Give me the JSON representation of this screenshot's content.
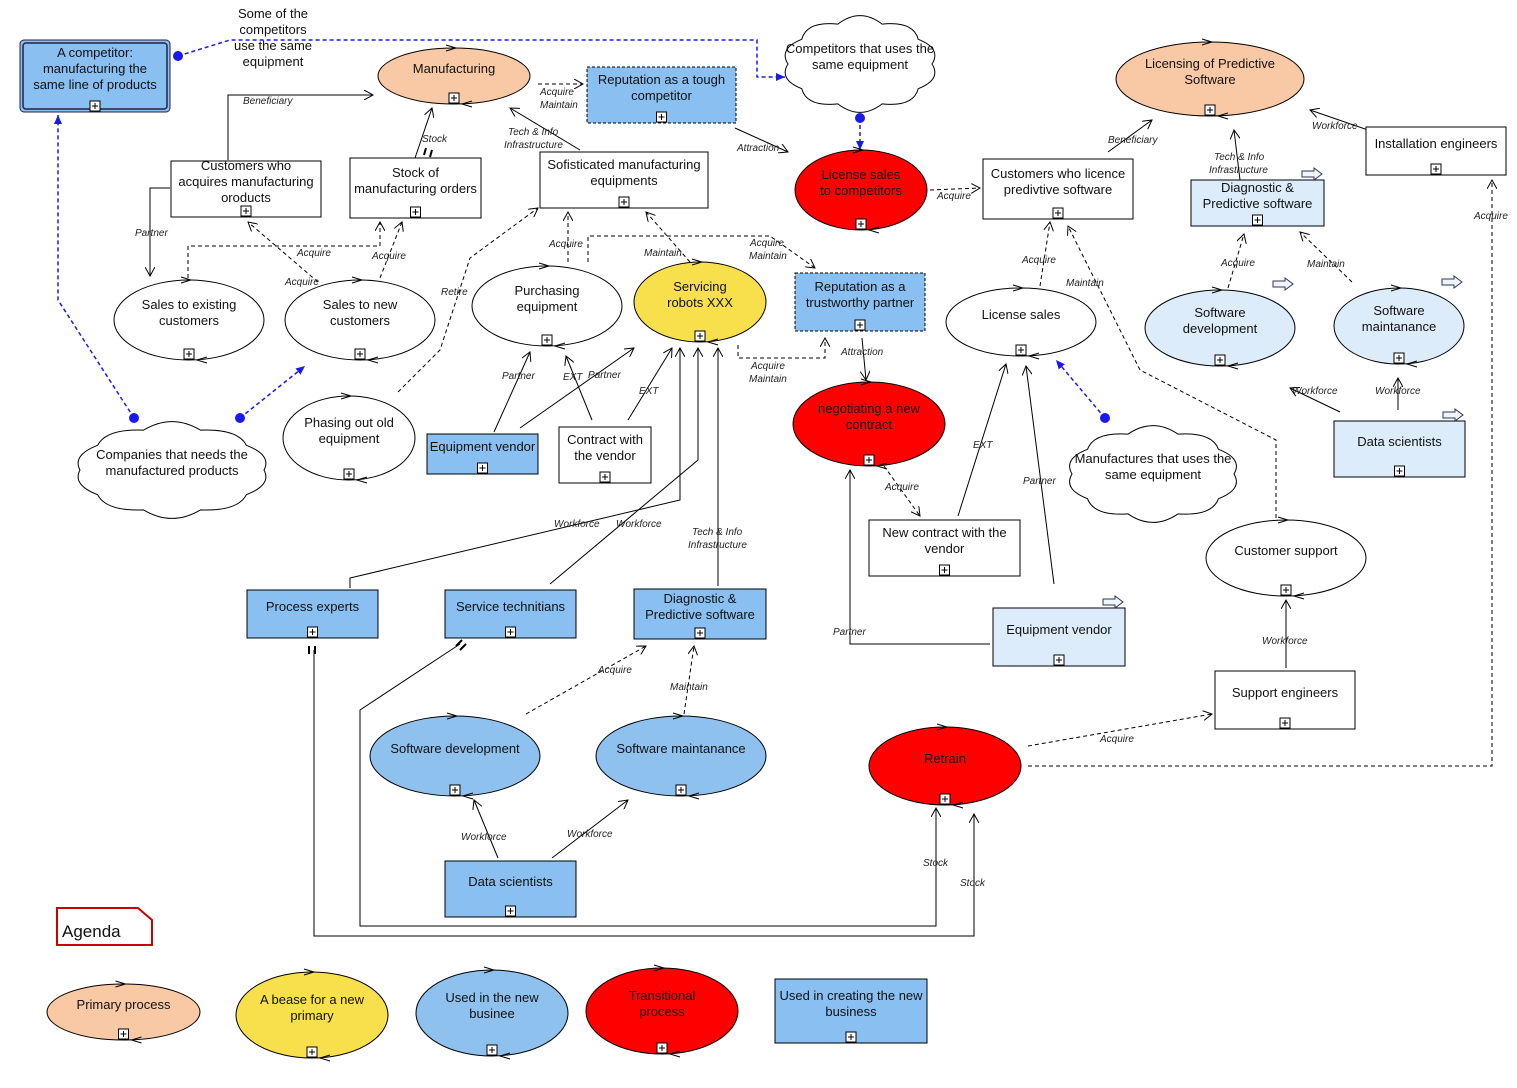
{
  "diagram": {
    "agenda": "Agenda",
    "nodes": {
      "competitor_same_line": [
        "A competitor:",
        "manufacturing the",
        "same line of products"
      ],
      "note_competitors": [
        "Some of the",
        "competitors",
        "use the same",
        "equipment"
      ],
      "manufacturing": [
        "Manufacturing"
      ],
      "reputation_tough": [
        "Reputation as a tough",
        "competitor"
      ],
      "competitors_cloud": [
        "Competitors that uses the",
        "same equipment"
      ],
      "licensing_predictive": [
        "Licensing of Predictive",
        "Software"
      ],
      "customers_acquire": [
        "Customers who",
        "acquires manufacturing",
        "oroducts"
      ],
      "stock_orders": [
        "Stock of",
        "manufacturing orders"
      ],
      "sofisticated_equipment": [
        "Sofisticated manufacturing",
        "equipments"
      ],
      "license_sales_competitors": [
        "License sales",
        "to competitors"
      ],
      "customers_licence": [
        "Customers who licence",
        "predivtive software"
      ],
      "diagnostic_right": [
        "Diagnostic &",
        "Predictive software"
      ],
      "installation_engineers": [
        "Installation engineers"
      ],
      "sales_existing": [
        "Sales to existing",
        "customers"
      ],
      "sales_new": [
        "Sales to new",
        "customers"
      ],
      "purchasing_equipment": [
        "Purchasing",
        "equipment"
      ],
      "servicing_robots": [
        "Servicing",
        "robots XXX"
      ],
      "reputation_trustworthy": [
        "Reputation as a",
        "trustworthy partner"
      ],
      "license_sales": [
        "License sales"
      ],
      "software_dev_right": [
        "Software",
        "development"
      ],
      "software_maint_right": [
        "Software",
        "maintanance"
      ],
      "data_scientists_right": [
        "Data scientists"
      ],
      "companies_cloud": [
        "Companies that needs the",
        "manufactured products"
      ],
      "phasing_out": [
        "Phasing out old",
        "equipment"
      ],
      "equipment_vendor_left": [
        "Equipment vendor"
      ],
      "contract_vendor": [
        "Contract with",
        "the vendor"
      ],
      "negotiating_contract": [
        "negotiating a new",
        "contract"
      ],
      "manufactures_cloud": [
        "Manufactures that uses the",
        "same equipment"
      ],
      "new_contract_vendor": [
        "New contract with the",
        "vendor"
      ],
      "customer_support": [
        "Customer support"
      ],
      "process_experts": [
        "Process experts"
      ],
      "service_technitians": [
        "Service technitians"
      ],
      "diagnostic_center": [
        "Diagnostic &",
        "Predictive software"
      ],
      "equipment_vendor_right": [
        "Equipment vendor"
      ],
      "support_engineers": [
        "Support engineers"
      ],
      "software_development": [
        "Software development"
      ],
      "software_maintanance": [
        "Software maintanance"
      ],
      "retrain": [
        "Retrain"
      ],
      "data_scientists": [
        "Data scientists"
      ],
      "legend_primary": [
        "Primary process"
      ],
      "legend_bease": [
        "A bease for a new",
        "primary"
      ],
      "legend_used_new": [
        "Used in the new",
        "businee"
      ],
      "legend_transitional": [
        "Transitional",
        "process"
      ],
      "legend_creating": [
        "Used in creating the new",
        "business"
      ]
    },
    "edge_labels": {
      "beneficiary_left": "Beneficiary",
      "acquire_maintain_rep": [
        "Acquire",
        "Maintain"
      ],
      "stock_manufacturing": "Stock",
      "tech_info_manufacturing": [
        "Tech & Info",
        "Infrastructure"
      ],
      "attraction_top": "Attraction",
      "acquire_license": "Acquire",
      "beneficiary_right": "Beneficiary",
      "tech_info_right": [
        "Tech & Info",
        "Infrastructure"
      ],
      "workforce_install": "Workforce",
      "acquire_install": "Acquire",
      "partner_customers": "Partner",
      "acquire_existing": "Acquire",
      "acquire_new_a": "Acquire",
      "acquire_new_b": "Acquire",
      "retire": "Retire",
      "acquire_purchasing": "Acquire",
      "maintain_servicing": "Maintain",
      "acquire_maintain_trust": [
        "Acquire",
        "Maintain"
      ],
      "acquire_maintain_servicing": [
        "Acquire",
        "Maintain"
      ],
      "attraction_trust": "Attraction",
      "acquire_license_sales": "Acquire",
      "maintain_license_sales": "Maintain",
      "acquire_diag_right": "Acquire",
      "maintain_diag_right": "Maintain",
      "workforce_dev_right": "Workforce",
      "workforce_maint_right": "Workforce",
      "partner_vendor_purchasing": "Partner",
      "ext_contract_purchasing": "EXT",
      "partner_vendor_servicing": "Partner",
      "ext_contract_servicing": "EXT",
      "ext_new_contract": "EXT",
      "partner_vendor_right": "Partner",
      "acquire_new_contract": "Acquire",
      "workforce_process": "Workforce",
      "workforce_service": "Workforce",
      "tech_info_center": [
        "Tech & Info",
        "Infrastructure"
      ],
      "partner_negotiating": "Partner",
      "workforce_support": "Workforce",
      "acquire_diag_center": "Acquire",
      "maintain_diag_center": "Maintain",
      "acquire_support": "Acquire",
      "workforce_dev": "Workforce",
      "workforce_maint": "Workforce",
      "stock_retrain_a": "Stock",
      "stock_retrain_b": "Stock"
    }
  },
  "colors": {
    "primary": "#f9c8a5",
    "bease": "#f7e04b",
    "used_new": "#8fc1ef",
    "transitional": "#ff0000",
    "creating": "#89bff1",
    "light_blue": "#dcecfb",
    "link_blue": "#1a1aee",
    "agenda_border": "#cc0000"
  }
}
